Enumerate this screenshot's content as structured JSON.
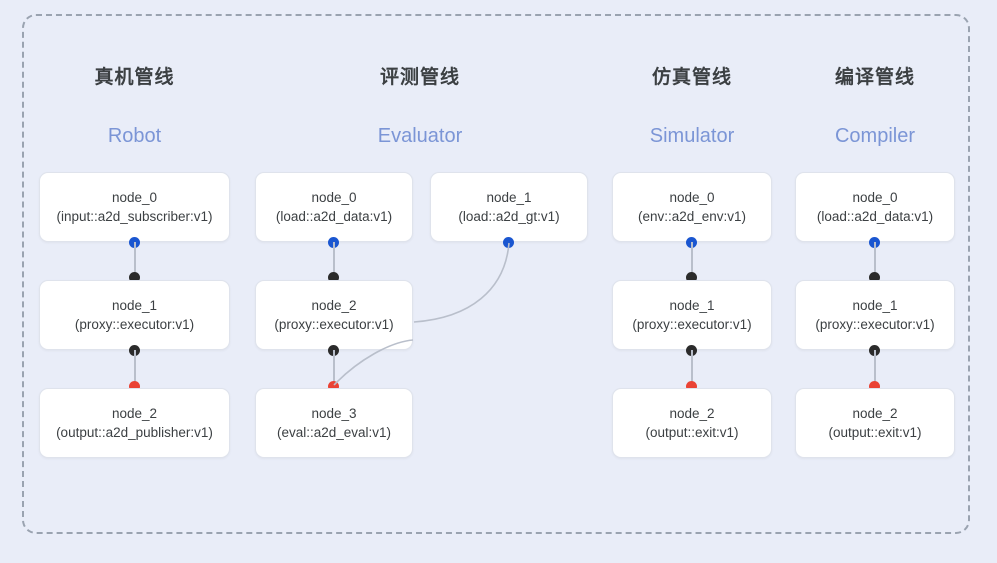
{
  "diagram": {
    "background_color": "#e9edf8",
    "frame_border_color": "#9aa3b0",
    "dot_colors": {
      "input": "#1a56d0",
      "middle": "#2b2b2b",
      "output": "#ea4335"
    },
    "edge_color": "#b9bfcb",
    "title_cn_color": "#3c4043",
    "title_en_color": "#7b95d6"
  },
  "columns": [
    {
      "title_cn": "真机管线",
      "title_en": "Robot",
      "nodes": [
        {
          "name": "node_0",
          "type": "(input::a2d_subscriber:v1)"
        },
        {
          "name": "node_1",
          "type": "(proxy::executor:v1)"
        },
        {
          "name": "node_2",
          "type": "(output::a2d_publisher:v1)"
        }
      ]
    },
    {
      "title_cn": "评测管线",
      "title_en": "Evaluator",
      "nodes": [
        {
          "name": "node_0",
          "type": "(load::a2d_data:v1)"
        },
        {
          "name": "node_1",
          "type": "(load::a2d_gt:v1)"
        },
        {
          "name": "node_2",
          "type": "(proxy::executor:v1)"
        },
        {
          "name": "node_3",
          "type": "(eval::a2d_eval:v1)"
        }
      ]
    },
    {
      "title_cn": "仿真管线",
      "title_en": "Simulator",
      "nodes": [
        {
          "name": "node_0",
          "type": "(env::a2d_env:v1)"
        },
        {
          "name": "node_1",
          "type": "(proxy::executor:v1)"
        },
        {
          "name": "node_2",
          "type": "(output::exit:v1)"
        }
      ]
    },
    {
      "title_cn": "编译管线",
      "title_en": "Compiler",
      "nodes": [
        {
          "name": "node_0",
          "type": "(load::a2d_data:v1)"
        },
        {
          "name": "node_1",
          "type": "(proxy::executor:v1)"
        },
        {
          "name": "node_2",
          "type": "(output::exit:v1)"
        }
      ]
    }
  ]
}
